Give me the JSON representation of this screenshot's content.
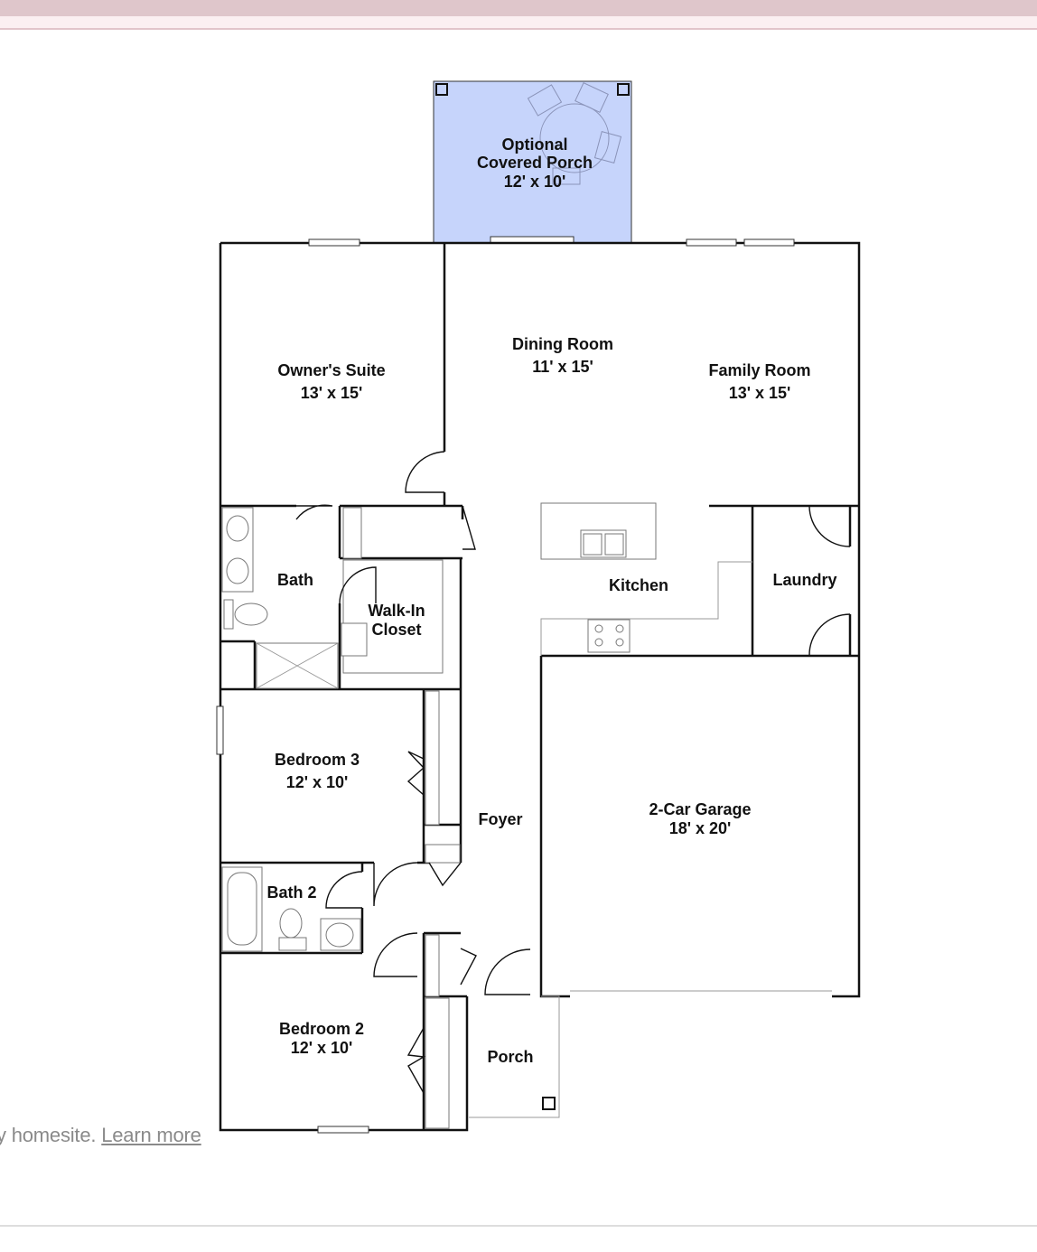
{
  "caption": {
    "text": "y homesite.",
    "link": "Learn more"
  },
  "rooms": {
    "porch_optional": {
      "line1": "Optional",
      "line2": "Covered Porch",
      "size": "12' x 10'"
    },
    "owners_suite": {
      "name": "Owner's Suite",
      "size": "13' x 15'"
    },
    "dining_room": {
      "name": "Dining Room",
      "size": "11' x 15'"
    },
    "family_room": {
      "name": "Family Room",
      "size": "13' x 15'"
    },
    "bath": {
      "name": "Bath"
    },
    "walkin_closet": {
      "line1": "Walk-In",
      "line2": "Closet"
    },
    "kitchen": {
      "name": "Kitchen"
    },
    "laundry": {
      "name": "Laundry"
    },
    "bedroom3": {
      "name": "Bedroom 3",
      "size": "12' x 10'"
    },
    "foyer": {
      "name": "Foyer"
    },
    "garage": {
      "name": "2-Car Garage",
      "size": "18' x 20'"
    },
    "bath2": {
      "name": "Bath 2"
    },
    "bedroom2": {
      "name": "Bedroom 2",
      "size": "12' x 10'"
    },
    "porch": {
      "name": "Porch"
    }
  },
  "colors": {
    "optional_porch_fill": "#c6d4fb",
    "top_bar": "#dfc6cb"
  }
}
